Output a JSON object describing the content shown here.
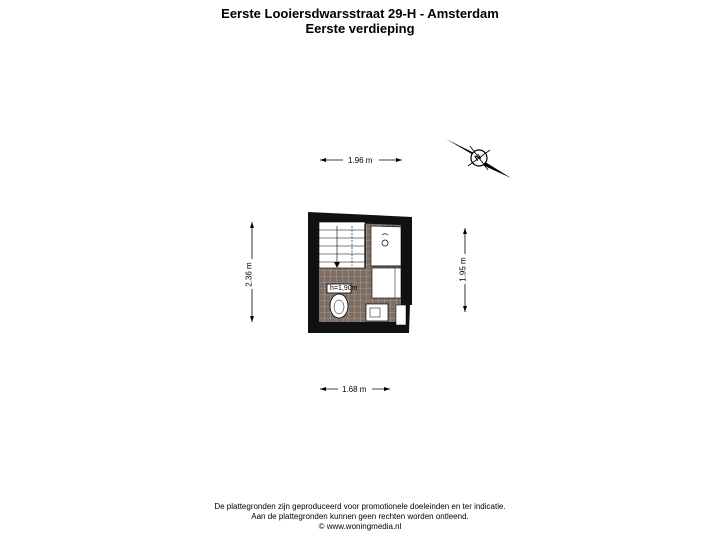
{
  "header": {
    "title": "Eerste Looiersdwarsstraat 29-H - Amsterdam",
    "subtitle": "Eerste verdieping"
  },
  "dimensions": {
    "top_width": "1.96 m",
    "bottom_width": "1.68 m",
    "left_height": "2.36 m",
    "right_height": "1.95 m"
  },
  "room": {
    "height_label": "h=1,90m"
  },
  "compass": {
    "label": "N",
    "icon": "north-arrow-icon"
  },
  "colors": {
    "wall": "#111111",
    "floor_tile": "#7d6e64",
    "tile_grout": "#c8bfb7"
  },
  "footer": {
    "line1": "De plattegronden zijn geproduceerd voor promotionele doeleinden en ter indicatie.",
    "line2": "Aan de plattegronden kunnen geen rechten worden ontleend.",
    "line3": "© www.woningmedia.nl"
  }
}
